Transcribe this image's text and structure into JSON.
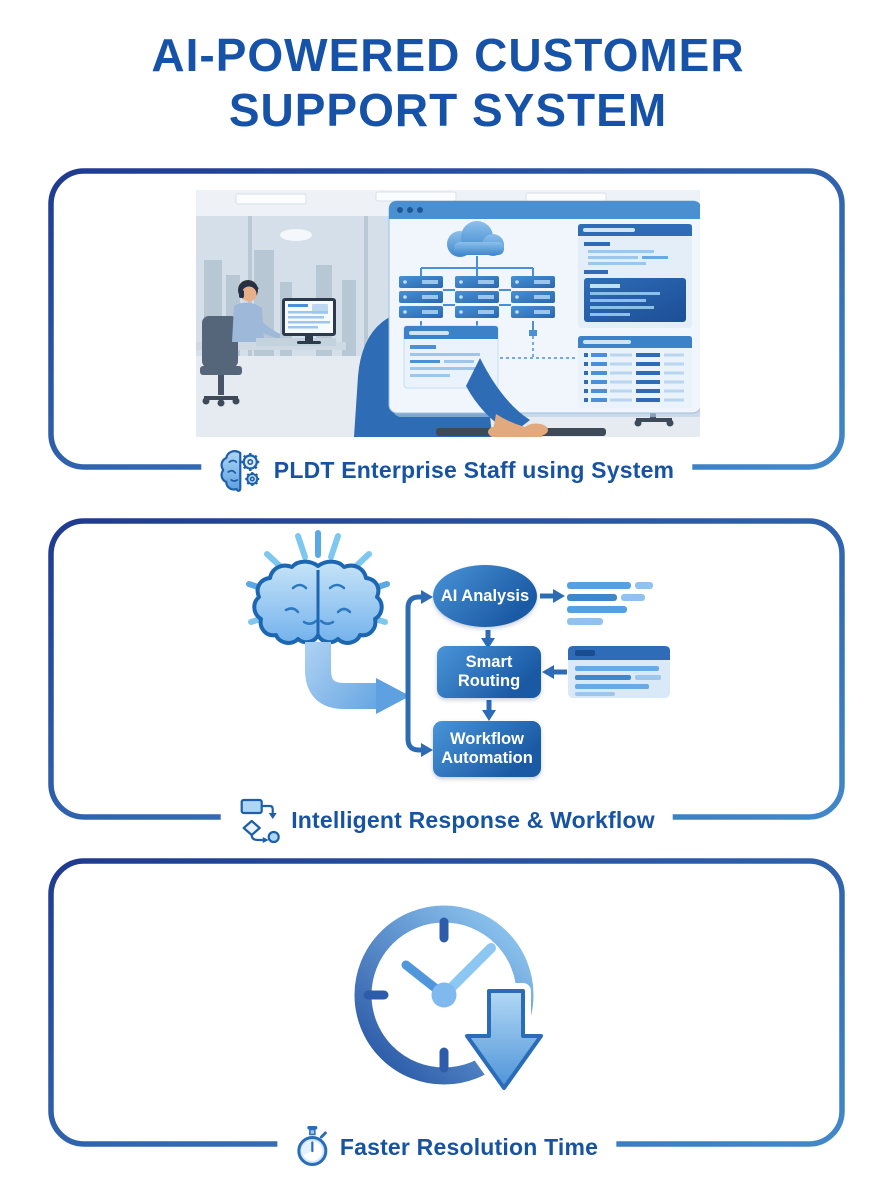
{
  "title": "AI-POWERED CUSTOMER SUPPORT SYSTEM",
  "panels": [
    {
      "caption": "PLDT Enterprise Staff using System",
      "icon": "brain-gear-icon"
    },
    {
      "caption": "Intelligent Response & Workflow",
      "icon": "flowchart-icon",
      "flow_nodes": {
        "analysis": "AI Analysis",
        "routing": "Smart Routing",
        "automation": "Workflow Automation"
      }
    },
    {
      "caption": "Faster Resolution Time",
      "icon": "stopwatch-icon"
    }
  ],
  "colors": {
    "title_text": "#1653a8",
    "caption_text": "#1753a3",
    "border_gradient_start": "#1e3a8f",
    "border_gradient_end": "#4189ca",
    "node_gradient_start": "#4a94d8",
    "node_gradient_end": "#1a5aa4"
  }
}
